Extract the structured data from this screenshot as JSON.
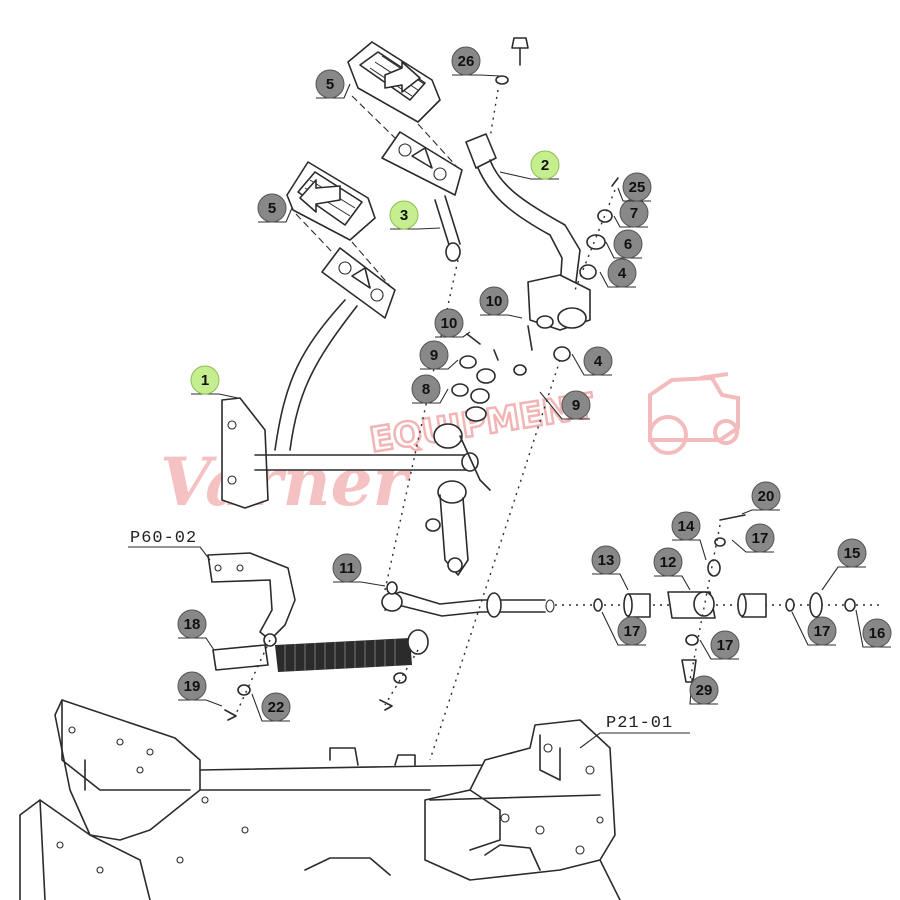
{
  "diagram": {
    "callouts": [
      {
        "id": "c1",
        "label": "1",
        "style": "green"
      },
      {
        "id": "c2",
        "label": "2",
        "style": "green"
      },
      {
        "id": "c3",
        "label": "3",
        "style": "green"
      },
      {
        "id": "c4a",
        "label": "4",
        "style": "grey"
      },
      {
        "id": "c4b",
        "label": "4",
        "style": "grey"
      },
      {
        "id": "c5a",
        "label": "5",
        "style": "grey"
      },
      {
        "id": "c5b",
        "label": "5",
        "style": "grey"
      },
      {
        "id": "c6",
        "label": "6",
        "style": "grey"
      },
      {
        "id": "c7",
        "label": "7",
        "style": "grey"
      },
      {
        "id": "c8",
        "label": "8",
        "style": "grey"
      },
      {
        "id": "c9a",
        "label": "9",
        "style": "grey"
      },
      {
        "id": "c9b",
        "label": "9",
        "style": "grey"
      },
      {
        "id": "c10a",
        "label": "10",
        "style": "grey"
      },
      {
        "id": "c10b",
        "label": "10",
        "style": "grey"
      },
      {
        "id": "c11",
        "label": "11",
        "style": "grey"
      },
      {
        "id": "c12",
        "label": "12",
        "style": "grey"
      },
      {
        "id": "c13",
        "label": "13",
        "style": "grey"
      },
      {
        "id": "c14",
        "label": "14",
        "style": "grey"
      },
      {
        "id": "c15",
        "label": "15",
        "style": "grey"
      },
      {
        "id": "c16",
        "label": "16",
        "style": "grey"
      },
      {
        "id": "c17a",
        "label": "17",
        "style": "grey"
      },
      {
        "id": "c17b",
        "label": "17",
        "style": "grey"
      },
      {
        "id": "c17c",
        "label": "17",
        "style": "grey"
      },
      {
        "id": "c17d",
        "label": "17",
        "style": "grey"
      },
      {
        "id": "c18",
        "label": "18",
        "style": "grey"
      },
      {
        "id": "c19",
        "label": "19",
        "style": "grey"
      },
      {
        "id": "c20",
        "label": "20",
        "style": "grey"
      },
      {
        "id": "c22",
        "label": "22",
        "style": "grey"
      },
      {
        "id": "c25",
        "label": "25",
        "style": "grey"
      },
      {
        "id": "c26",
        "label": "26",
        "style": "grey"
      },
      {
        "id": "c29",
        "label": "29",
        "style": "grey"
      }
    ],
    "references": {
      "p60": "P60-02",
      "p21": "P21-01"
    },
    "watermark": {
      "script": "Varner",
      "block": "EQUIPMENT"
    },
    "colors": {
      "callout_grey": "#888888",
      "callout_green": "#c5ef8e",
      "watermark": "#f3b8b8",
      "line": "#2b2b2b"
    }
  }
}
